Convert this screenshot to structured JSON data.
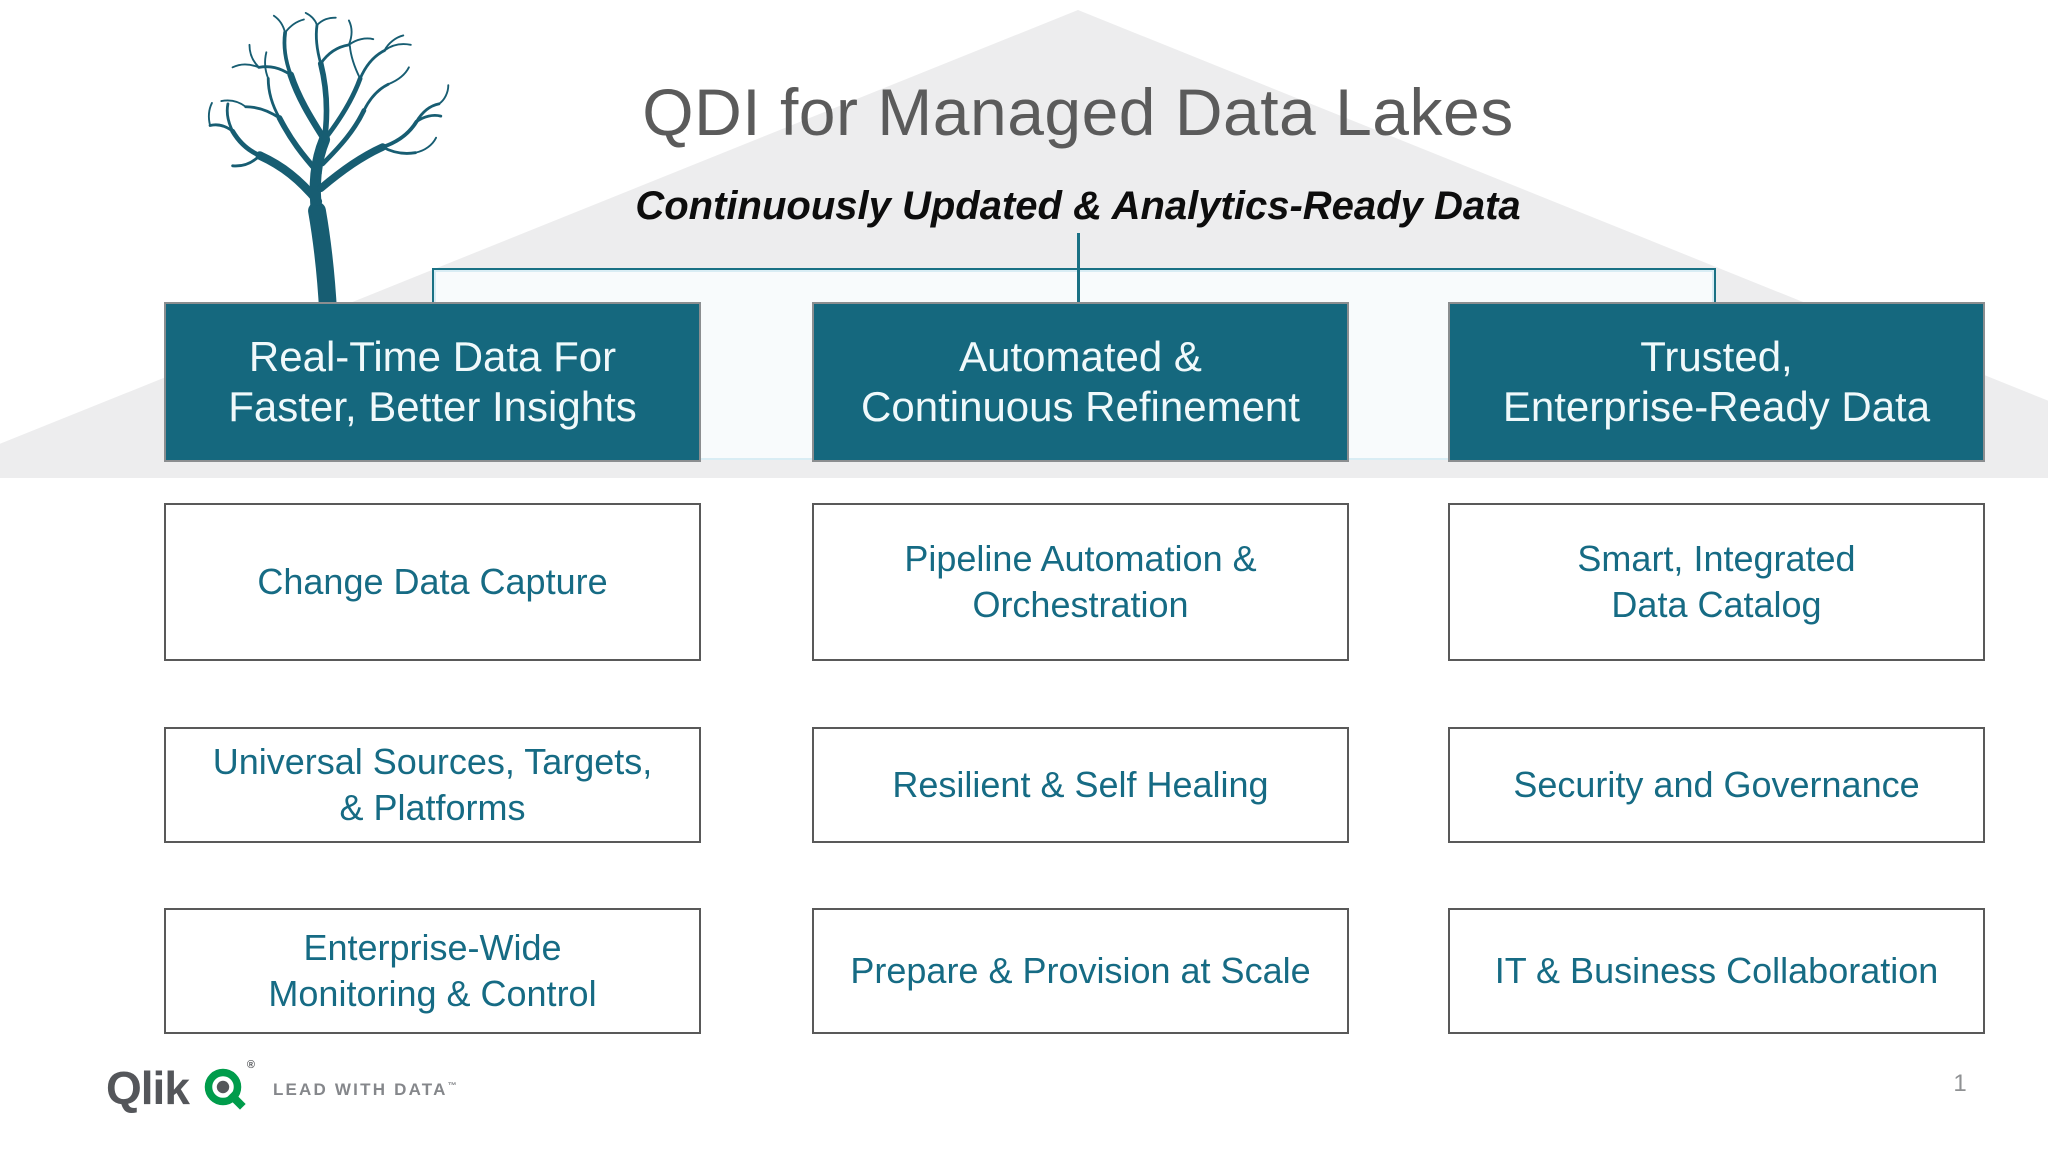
{
  "slide": {
    "title": "QDI for Managed Data Lakes",
    "subtitle": "Continuously Updated & Analytics-Ready Data",
    "page_number": "1"
  },
  "columns": [
    {
      "header": "Real-Time Data For\nFaster, Better Insights",
      "items": [
        "Change Data Capture",
        "Universal Sources, Targets,\n& Platforms",
        "Enterprise-Wide\nMonitoring & Control"
      ]
    },
    {
      "header": "Automated &\nContinuous Refinement",
      "items": [
        "Pipeline Automation &\nOrchestration",
        "Resilient & Self Healing",
        "Prepare & Provision at Scale"
      ]
    },
    {
      "header": "Trusted,\nEnterprise-Ready Data",
      "items": [
        "Smart, Integrated\nData Catalog",
        "Security and Governance",
        "IT & Business Collaboration"
      ]
    }
  ],
  "logo": {
    "wordmark": "Qlik",
    "registered_mark": "®",
    "tagline": "LEAD WITH DATA",
    "trademark": "™"
  },
  "colors": {
    "teal": "#15687e",
    "teal-text": "#166b84",
    "line": "#1a7184",
    "triangle": "#ededee",
    "title-gray": "#5b5b5b",
    "logo-green": "#009c4b",
    "logo-gray": "#54565a"
  }
}
